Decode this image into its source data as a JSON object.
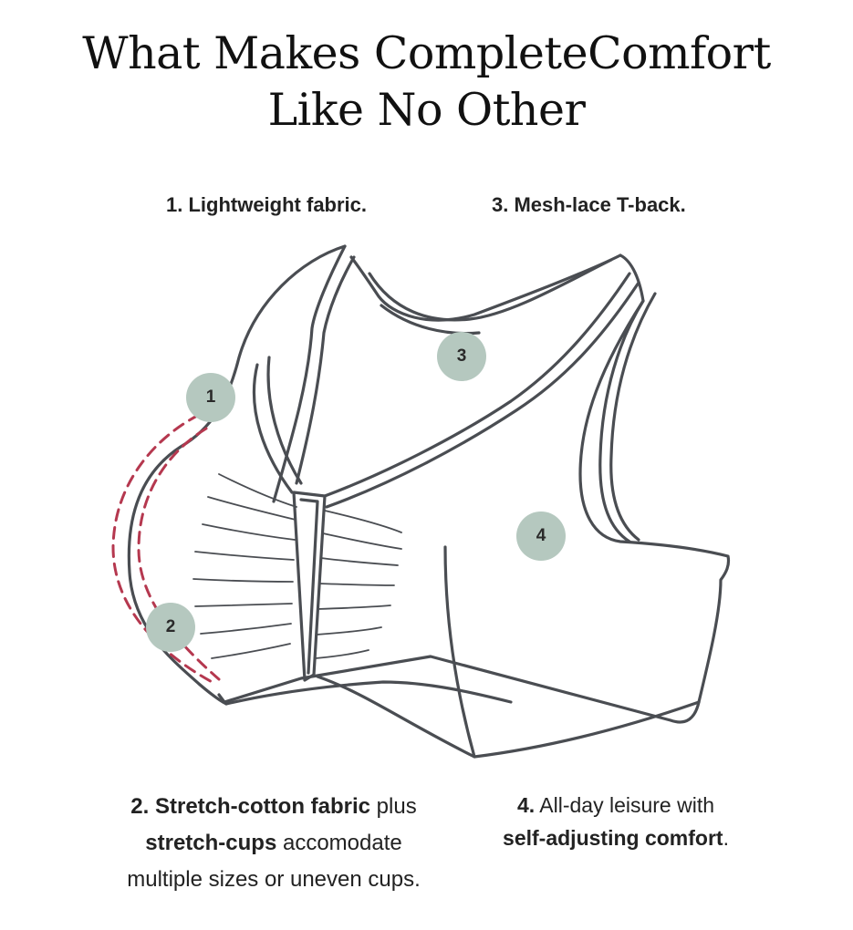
{
  "title": {
    "line1": "What Makes CompleteComfort",
    "line2": "Like No Other"
  },
  "labels": {
    "item1": "1. Lightweight fabric.",
    "item3": "3. Mesh-lace T-back."
  },
  "badges": {
    "b1": "1",
    "b2": "2",
    "b3": "3",
    "b4": "4"
  },
  "captions": {
    "item2": {
      "number": "2.",
      "bold1": "Stretch-cotton fabric",
      "text1": " plus",
      "bold2": "stretch-cups",
      "text2": " accomodate",
      "text3": "multiple sizes or uneven cups."
    },
    "item4": {
      "number": "4.",
      "text1": " All-day leisure with",
      "bold1": "self-adjusting comfort",
      "text2": "."
    }
  },
  "colors": {
    "outline": "#4a4d52",
    "badge": "#b5c8bf",
    "dashed": "#b5384f"
  }
}
